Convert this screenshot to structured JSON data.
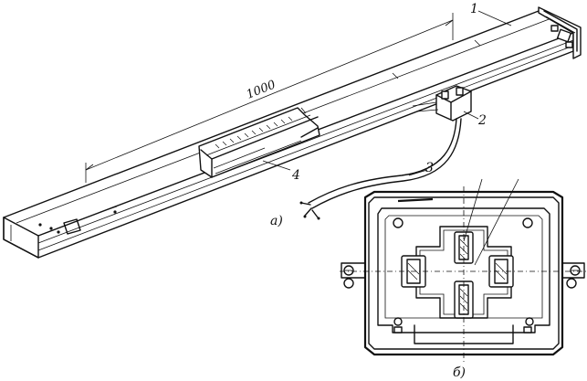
{
  "figure": {
    "dimension_label": "1000",
    "view_a_label": "а)",
    "view_b_label": "б)",
    "callouts": [
      "1",
      "2",
      "3",
      "4"
    ]
  }
}
